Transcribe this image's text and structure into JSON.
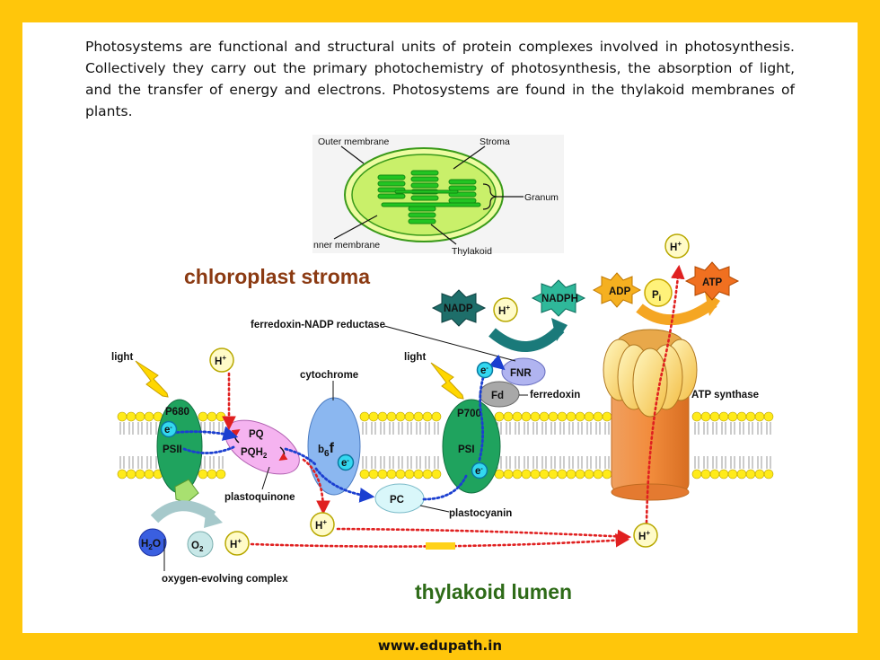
{
  "intro_text": "Photosystems are functional and structural units of protein complexes involved in photosynthesis. Collectively they carry out the primary photochemistry of photosynthesis, the absorption of light, and the transfer of energy and electrons. Photosystems are found in the thylakoid membranes of plants.",
  "chloroplast": {
    "outer_membrane": "Outer membrane",
    "stroma": "Stroma",
    "granum": "Granum",
    "inner_membrane": "nner membrane",
    "thylakoid": "Thylakoid"
  },
  "regions": {
    "stroma_title": "chloroplast stroma",
    "lumen_title": "thylakoid lumen",
    "minus_sign": "—"
  },
  "labels": {
    "light_left": "light",
    "light_right": "light",
    "p680": "P680",
    "psii": "PSII",
    "pq": "PQ",
    "pqh2_base": "PQH",
    "pqh2_sub": "2",
    "plastoquinone": "plastoquinone",
    "cytochrome": "cytochrome",
    "b6f_base": "b",
    "b6f_sub": "6",
    "b6f_f": "f",
    "pc": "PC",
    "plastocyanin": "plastocyanin",
    "p700": "P700",
    "psi": "PSI",
    "fd": "Fd",
    "ferredoxin": "ferredoxin",
    "fnr": "FNR",
    "fnr_full": "ferredoxin-NADP reductase",
    "nadp": "NADP",
    "nadph": "NADPH",
    "adp": "ADP",
    "pi_base": "P",
    "pi_sub": "i",
    "atp": "ATP",
    "atp_synthase": "ATP synthase",
    "h_plus": "H",
    "plus": "+",
    "electron": "e",
    "electron_sup": "-",
    "h2o_h": "H",
    "h2o_sub": "2",
    "h2o_o": "O",
    "o2_o": "O",
    "o2_sub": "2",
    "oec": "oxygen-evolving complex"
  },
  "colors": {
    "frame": "#FFC60B",
    "photosystem": "#1FA35E",
    "stroma_title": "#8B3A12",
    "lumen_title": "#2E6B18",
    "arrow_red": "#E02020",
    "arrow_blue": "#1B3FD0",
    "atp_synthase": "#F08A3A",
    "lipid_head": "#FFEB1A"
  },
  "footer": "www.edupath.in"
}
